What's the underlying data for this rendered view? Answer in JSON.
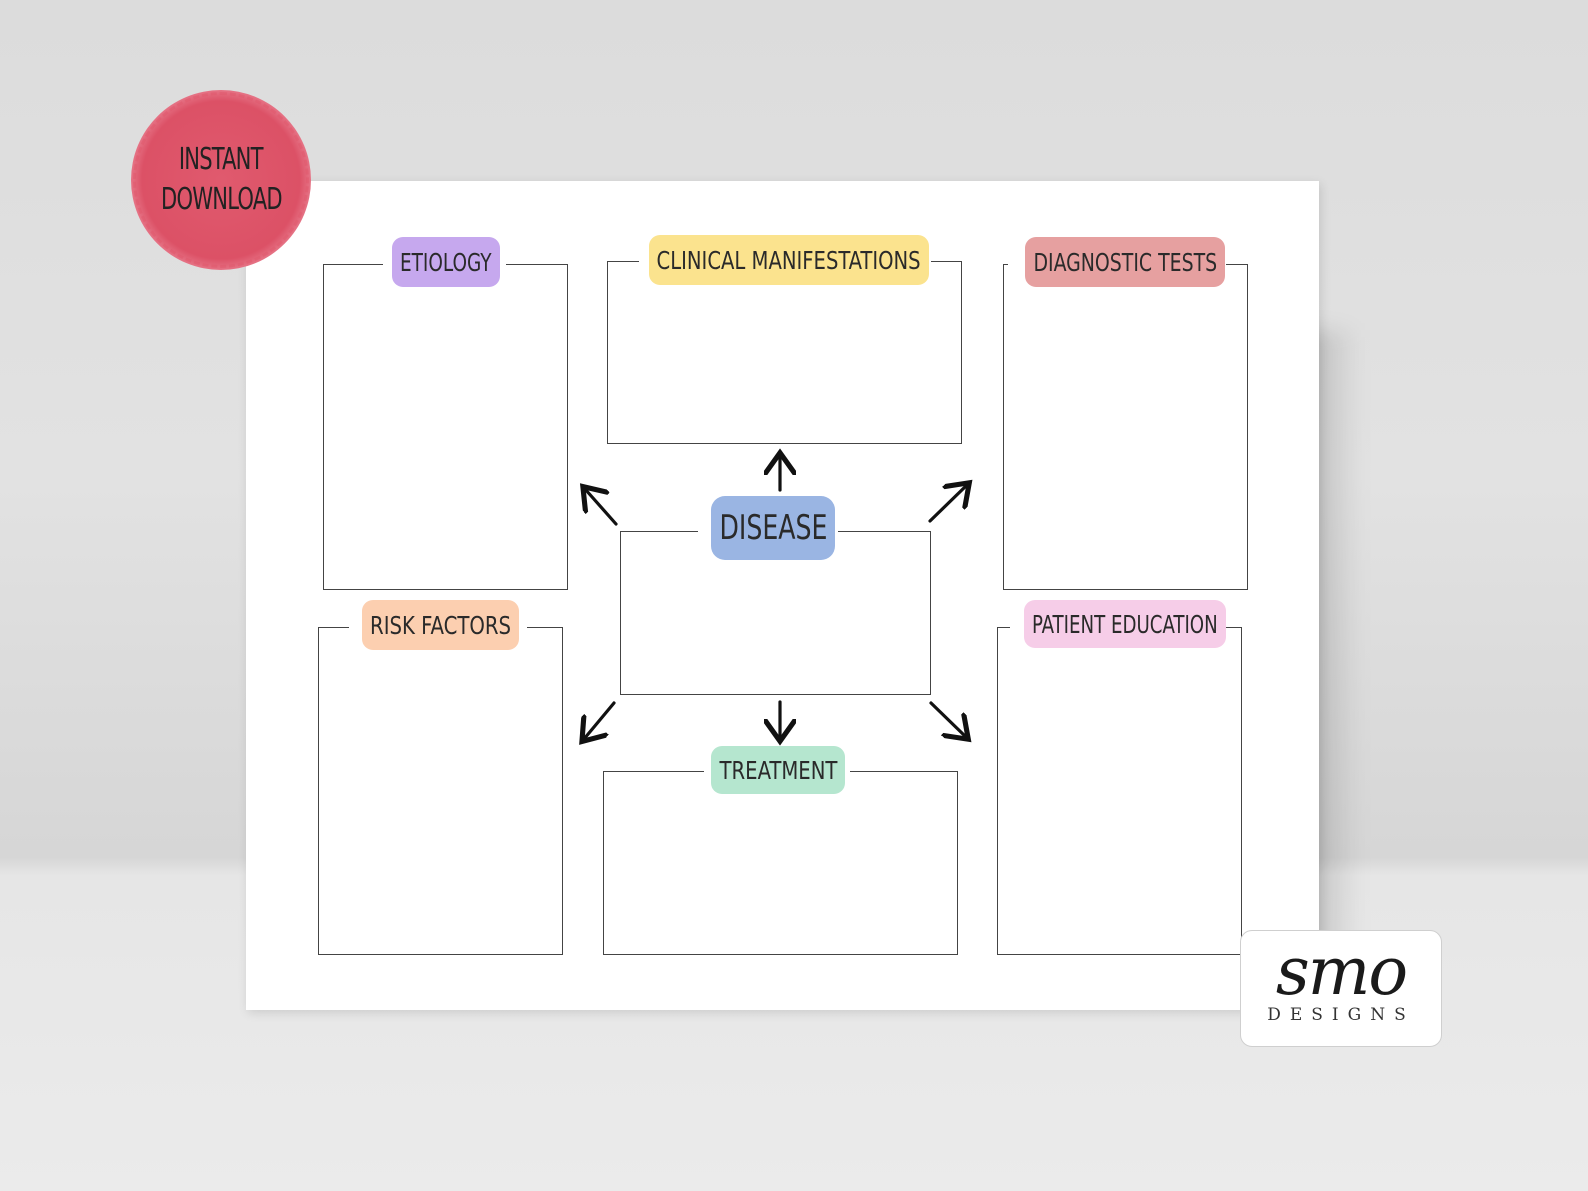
{
  "stamp": {
    "line1": "INSTANT",
    "line2": "DOWNLOAD",
    "color": "#dc5166"
  },
  "center": {
    "label": "DISEASE",
    "color": "#9ab5e3"
  },
  "sections": {
    "etiology": {
      "label": "ETIOLOGY",
      "color": "#c6a8ee"
    },
    "clinical": {
      "label": "CLINICAL MANIFESTATIONS",
      "color": "#fbe38e"
    },
    "diagnostic": {
      "label": "DIAGNOSTIC TESTS",
      "color": "#e6a0a0"
    },
    "risk": {
      "label": "RISK FACTORS",
      "color": "#fccfb0"
    },
    "treatment": {
      "label": "TREATMENT",
      "color": "#b5e6cf"
    },
    "education": {
      "label": "PATIENT EDUCATION",
      "color": "#f6cde8"
    }
  },
  "logo": {
    "script": "smo",
    "sub": "DESIGNS"
  }
}
